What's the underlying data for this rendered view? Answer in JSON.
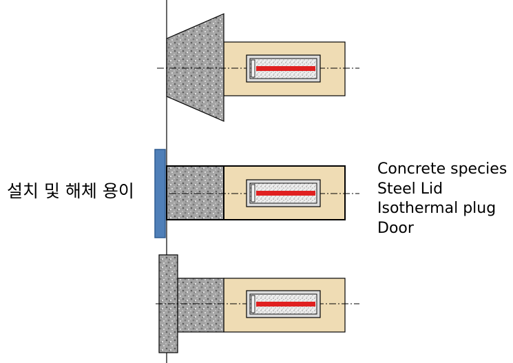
{
  "side_label": "설치 및 해체 용이",
  "legend": [
    "Concrete species",
    "Steel Lid",
    "Isothermal plug",
    "Door"
  ],
  "colors": {
    "concrete": "#a9a9a9",
    "plug": "#efdcb4",
    "door": "#4f7fb8",
    "rod": "#e02020",
    "steel_box": "#dcdcdc",
    "outline": "#000000"
  }
}
